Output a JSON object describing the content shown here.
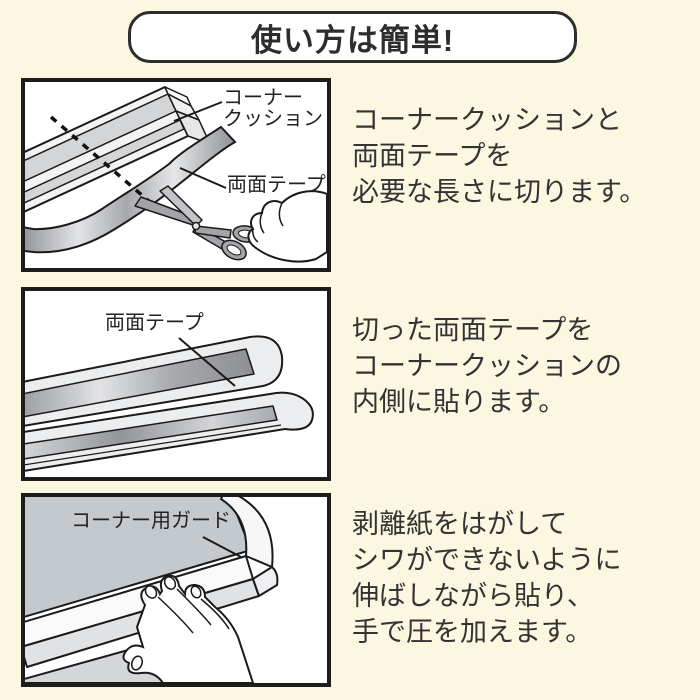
{
  "page": {
    "title": "使い方は簡単!",
    "background_color": "#FBF7E1",
    "panel_border_color": "#1d1d1d",
    "text_color": "#333333"
  },
  "steps": [
    {
      "labels": {
        "corner_cushion": "コーナー\nクッション",
        "tape": "両面テープ"
      },
      "description": "コーナークッションと\n両面テープを\n必要な長さに切ります。"
    },
    {
      "labels": {
        "tape": "両面テープ"
      },
      "description": "切った両面テープを\nコーナークッションの\n内側に貼ります。"
    },
    {
      "labels": {
        "guard": "コーナー用ガード"
      },
      "description": "剥離紙をはがして\nシワができないように\n伸ばしながら貼り、\n手で圧を加えます。"
    }
  ]
}
